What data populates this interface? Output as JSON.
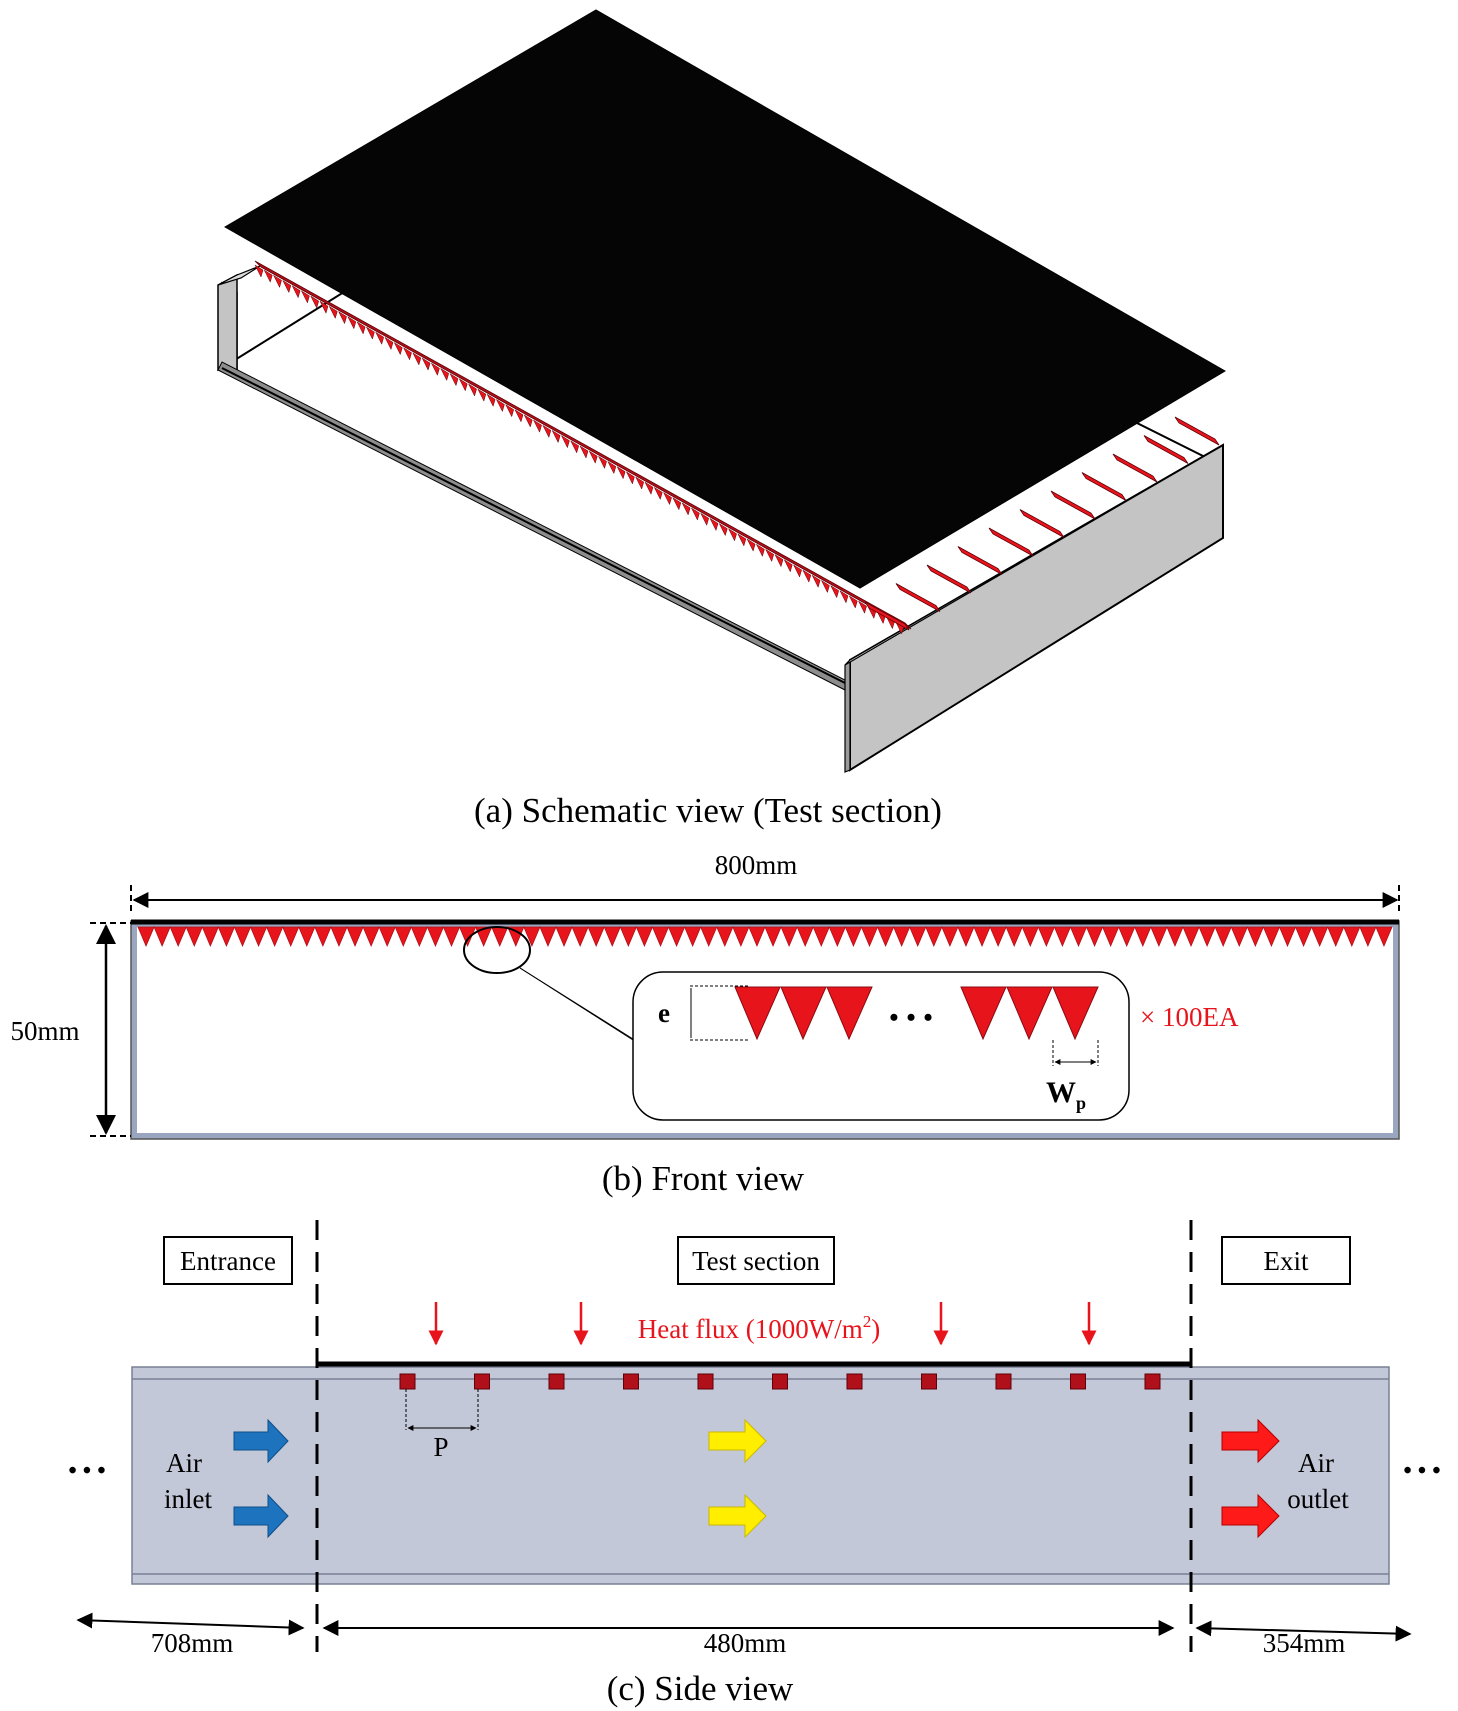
{
  "panel_a": {
    "caption": "(a) Schematic view (Test section)"
  },
  "panel_b": {
    "width_dim": "800mm",
    "height_dim": "50mm",
    "rib_count_visible": 78,
    "inset": {
      "e_label": "e",
      "wp_main": "W",
      "wp_sub": "p",
      "dots": "•••",
      "count": "× 100EA"
    },
    "caption": "(b) Front view"
  },
  "panel_c": {
    "entrance": "Entrance",
    "test_section": "Test section",
    "exit": "Exit",
    "heat_flux_prefix": "Heat flux (1000W/m",
    "heat_flux_sup": "2",
    "heat_flux_suffix": ")",
    "inlet_line1": "Air",
    "inlet_line2": "inlet",
    "outlet_line1": "Air",
    "outlet_line2": "outlet",
    "pitch_label": "P",
    "ellipsis": "•••",
    "dim_left": "708mm",
    "dim_mid": "480mm",
    "dim_right": "354mm",
    "rib_count": 11,
    "caption": "(c) Side view"
  },
  "colors": {
    "rib_red": "#e8141b",
    "rib_dark": "#b01018",
    "plate_black": "#050505",
    "wall_grey": "#c8c8c8",
    "duct_fill": "#c3c8d8",
    "arrow_blue": "#1e73be",
    "arrow_yellow": "#ffee00",
    "arrow_red": "#ff1a1a"
  }
}
